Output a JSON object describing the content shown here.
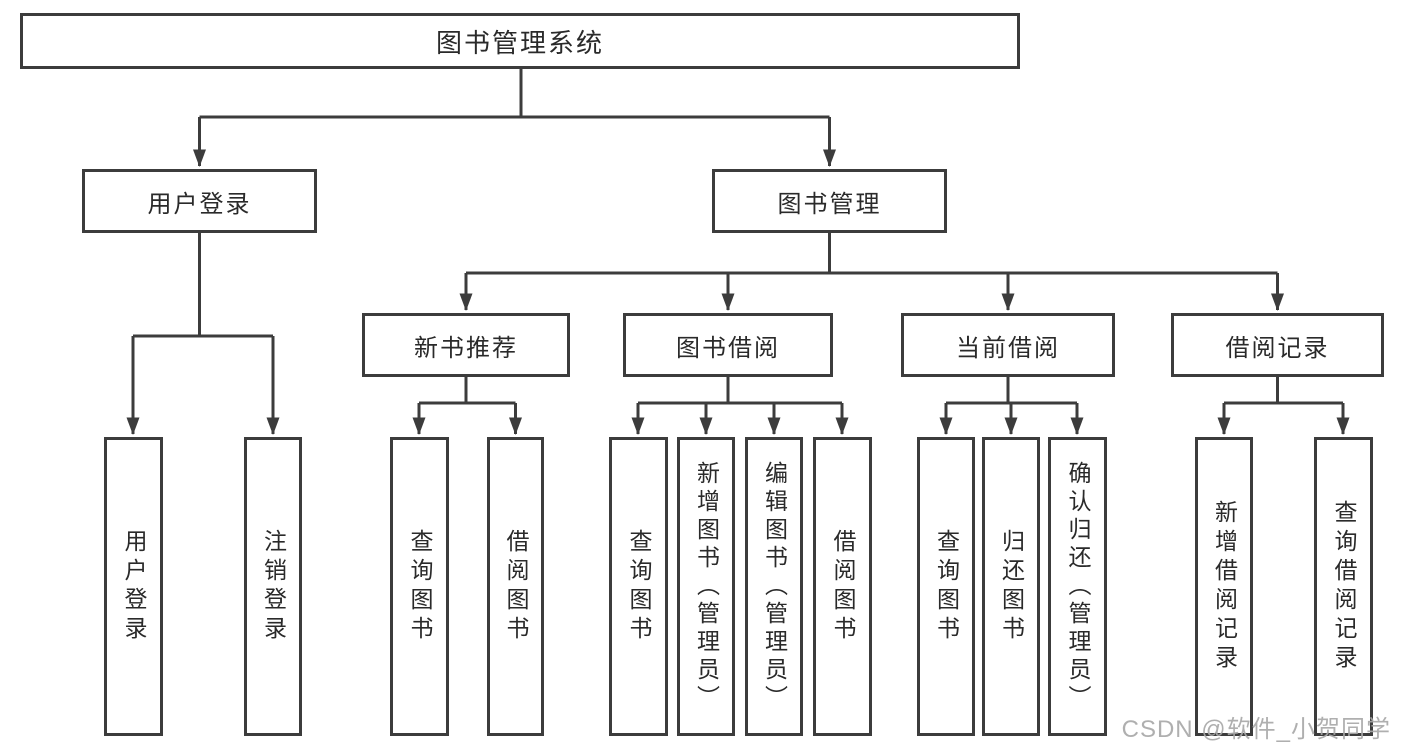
{
  "tree": {
    "root": "图书管理系统",
    "children": [
      {
        "label": "用户登录",
        "children": [
          "用户登录",
          "注销登录"
        ]
      },
      {
        "label": "图书管理",
        "children": [
          {
            "label": "新书推荐",
            "children": [
              "查询图书",
              "借阅图书"
            ]
          },
          {
            "label": "图书借阅",
            "children": [
              "查询图书",
              "新增图书（管理员）",
              "编辑图书（管理员）",
              "借阅图书"
            ]
          },
          {
            "label": "当前借阅",
            "children": [
              "查询图书",
              "归还图书",
              "确认归还（管理员）"
            ]
          },
          {
            "label": "借阅记录",
            "children": [
              "新增借阅记录",
              "查询借阅记录"
            ]
          }
        ]
      }
    ]
  },
  "colors": {
    "line": "#3c3c3c",
    "box_border": "#3c3c3c",
    "box_fill": "#ffffff",
    "text": "#2a2a2a",
    "watermark": "#a8a8a8"
  },
  "watermark": {
    "text": "CSDN @软件_小贺同学"
  }
}
